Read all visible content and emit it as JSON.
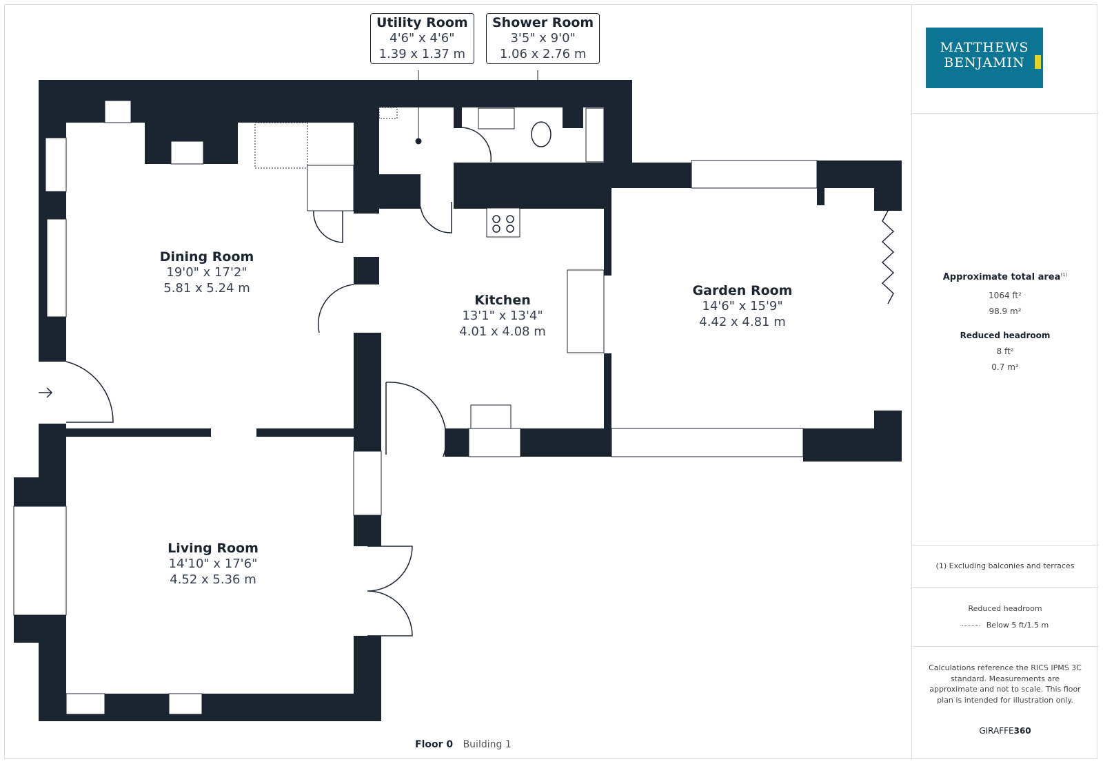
{
  "rooms": [
    {
      "name": "Dining Room",
      "imperial": "19'0\" x 17'2\"",
      "metric": "5.81 x 5.24 m"
    },
    {
      "name": "Kitchen",
      "imperial": "13'1\" x 13'4\"",
      "metric": "4.01 x 4.08 m"
    },
    {
      "name": "Garden Room",
      "imperial": "14'6\" x 15'9\"",
      "metric": "4.42 x 4.81 m"
    },
    {
      "name": "Living Room",
      "imperial": "14'10\" x 17'6\"",
      "metric": "4.52 x 5.36 m"
    }
  ],
  "callouts": [
    {
      "name": "Utility Room",
      "imperial": "4'6\" x 4'6\"",
      "metric": "1.39 x 1.37 m"
    },
    {
      "name": "Shower Room",
      "imperial": "3'5\" x 9'0\"",
      "metric": "1.06 x 2.76 m"
    }
  ],
  "logo": {
    "line1": "MATTHEWS",
    "line2": "BENJAMIN",
    "bg": "#0b7593",
    "accent": "#e8d21e"
  },
  "area": {
    "title": "Approximate total area",
    "sup": "(1)",
    "ft": "1064 ft²",
    "m": "98.9 m²",
    "reduced_title": "Reduced headroom",
    "reduced_ft": "8 ft²",
    "reduced_m": "0.7 m²"
  },
  "note": "(1) Excluding balconies and terraces",
  "legend": {
    "title": "Reduced headroom",
    "item": "Below 5 ft/1.5 m"
  },
  "disclaimer": "Calculations reference the RICS IPMS 3C standard. Measurements are approximate and not to scale. This floor plan is intended for illustration only.",
  "brand": {
    "a": "GIRAFFE",
    "b": "360"
  },
  "footer": {
    "floor": "Floor 0",
    "building": "Building 1"
  },
  "wall_color": "#1c2430"
}
